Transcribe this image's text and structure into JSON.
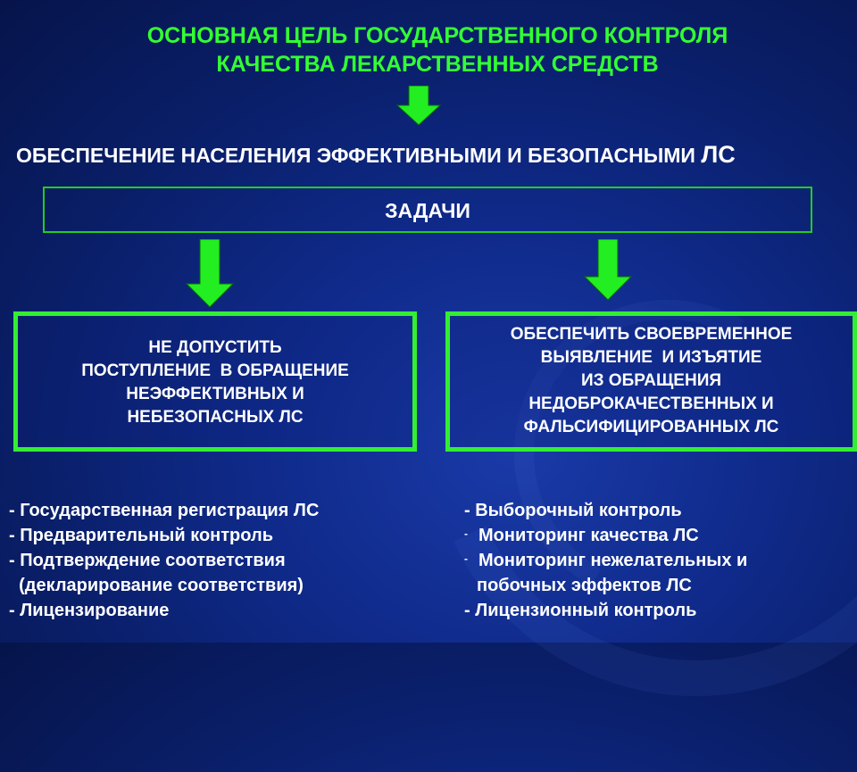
{
  "title": {
    "line1": "ОСНОВНАЯ ЦЕЛЬ ГОСУДАРСТВЕННОГО КОНТРОЛЯ",
    "line2": "КАЧЕСТВА ЛЕКАРСТВЕННЫХ СРЕДСТВ"
  },
  "goal": {
    "text": "ОБЕСПЕЧЕНИЕ НАСЕЛЕНИЯ ЭФФЕКТИВНЫМИ И БЕЗОПАСНЫМИ",
    "suffix": "ЛС"
  },
  "tasks": {
    "label": "ЗАДАЧИ"
  },
  "left_task": {
    "lines": [
      "НЕ ДОПУСТИТЬ",
      "ПОСТУПЛЕНИЕ  В ОБРАЩЕНИЕ",
      "НЕЭФФЕКТИВНЫХ И",
      "НЕБЕЗОПАСНЫХ ЛС"
    ]
  },
  "right_task": {
    "lines": [
      "ОБЕСПЕЧИТЬ СВОЕВРЕМЕННОЕ",
      "ВЫЯВЛЕНИЕ  И ИЗЪЯТИЕ",
      "ИЗ ОБРАЩЕНИЯ",
      "НЕДОБРОКАЧЕСТВЕННЫХ И",
      "ФАЛЬСИФИЦИРОВАННЫХ ЛС"
    ]
  },
  "left_list": [
    "- Государственная регистрация ЛС",
    "- Предварительный контроль",
    "- Подтверждение соответствия",
    "  (декларирование соответствия)",
    "- Лицензирование"
  ],
  "right_list": {
    "item1": "- Выборочный контроль",
    "item2_marker": "-",
    "item2": "Мониторинг качества ЛС",
    "item3_marker": "-",
    "item3": "Мониторинг нежелательных и",
    "item3_cont": "побочных эффектов ЛС",
    "item4": "- Лицензионный контроль"
  },
  "colors": {
    "accent_green": "#33ff33",
    "arrow_green": "#22ee22",
    "text_white": "#ffffff",
    "background_blue": "#0f2a8a"
  },
  "icons": [
    "arrow-down-icon"
  ]
}
